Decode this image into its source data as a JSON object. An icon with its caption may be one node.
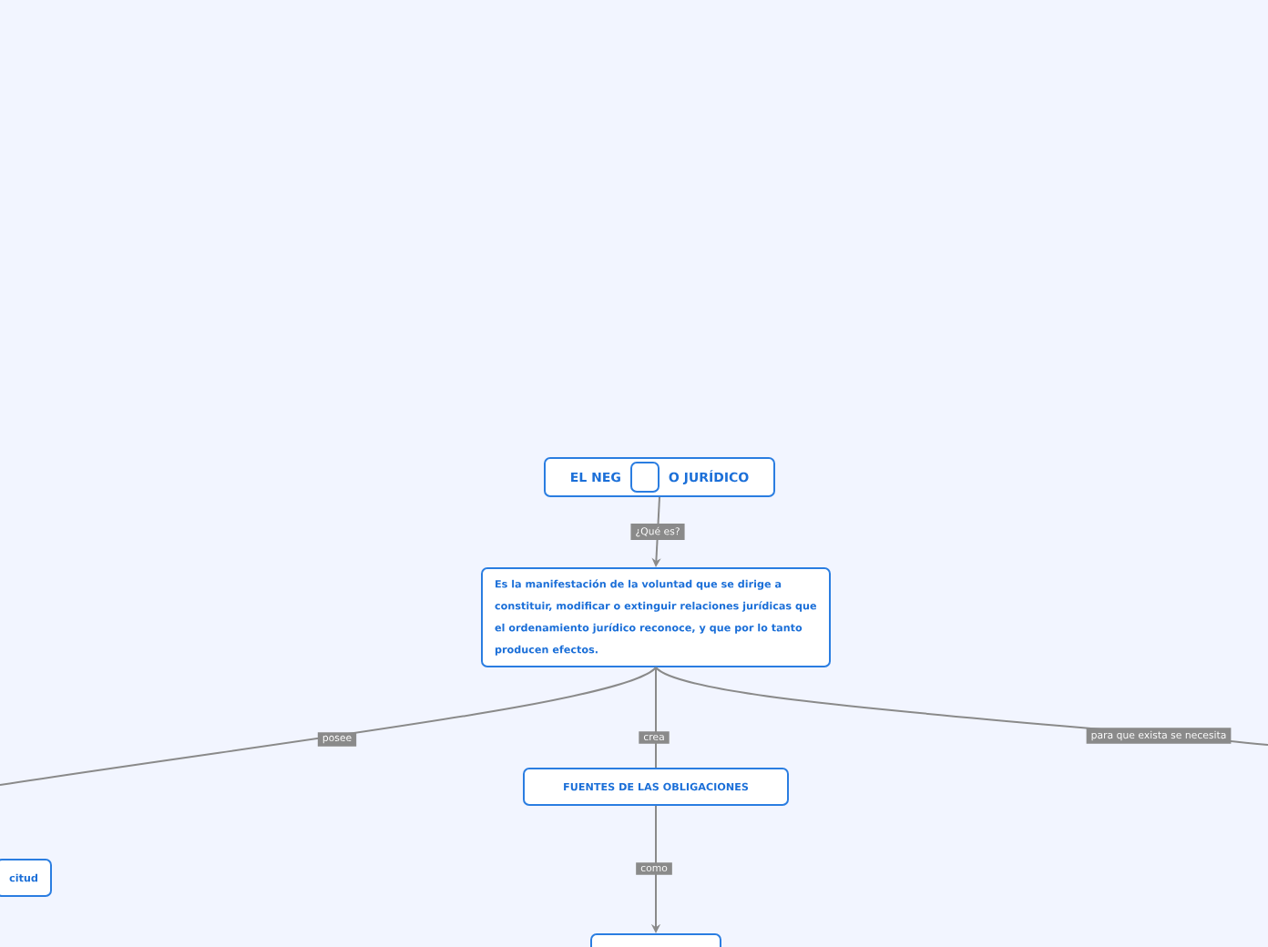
{
  "diagram": {
    "nodes": [
      {
        "text": [
          "EL NEG",
          "O JURÍDICO"
        ]
      },
      {
        "text": [],
        "shape": "box",
        "in": 0
      },
      {
        "text": [
          "Es la manifestación de la voluntad que se dirige a constituir, modificar o extinguir relaciones jurídicas que el ordenamiento jurídico reconoce, y que por lo tanto producen efectos."
        ]
      },
      {
        "text": [
          "citud"
        ]
      },
      {
        "text": [
          "FUENTES DE LAS OBLIGACIONES"
        ]
      },
      {
        "text": [],
        "shape": "box"
      }
    ],
    "edges": [
      {
        "from": 0,
        "to": 2,
        "arrow": "to",
        "label": "¿Qué es?"
      },
      {
        "from": 2,
        "to": null,
        "arrow": "none",
        "label": "posee"
      },
      {
        "from": 2,
        "to": 4,
        "arrow": "none",
        "label": "crea"
      },
      {
        "from": 4,
        "to": 5,
        "arrow": "to",
        "label": "como"
      },
      {
        "from": 2,
        "to": null,
        "arrow": "none",
        "label": "para que exista se necesita"
      }
    ]
  }
}
